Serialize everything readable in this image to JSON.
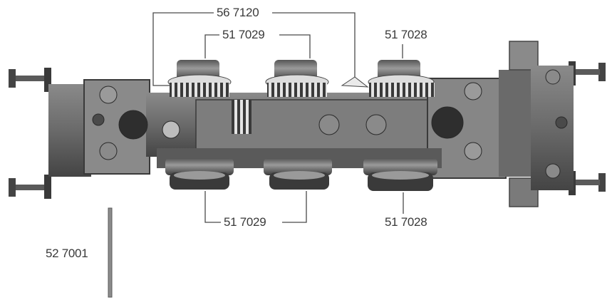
{
  "labels": {
    "top_center": "56 7120",
    "top_left": "51 7029",
    "top_right": "51 7028",
    "bottom_left": "51 7029",
    "bottom_right": "51 7028",
    "rod": "52 7001"
  },
  "colors": {
    "frame_dark": "#3c3c3c",
    "frame_mid": "#6e6e6e",
    "frame_light": "#9a9a9a",
    "gear_light": "#d8d8d8",
    "leader_line": "#4a4a4a",
    "rod": "#8c8c8c"
  }
}
